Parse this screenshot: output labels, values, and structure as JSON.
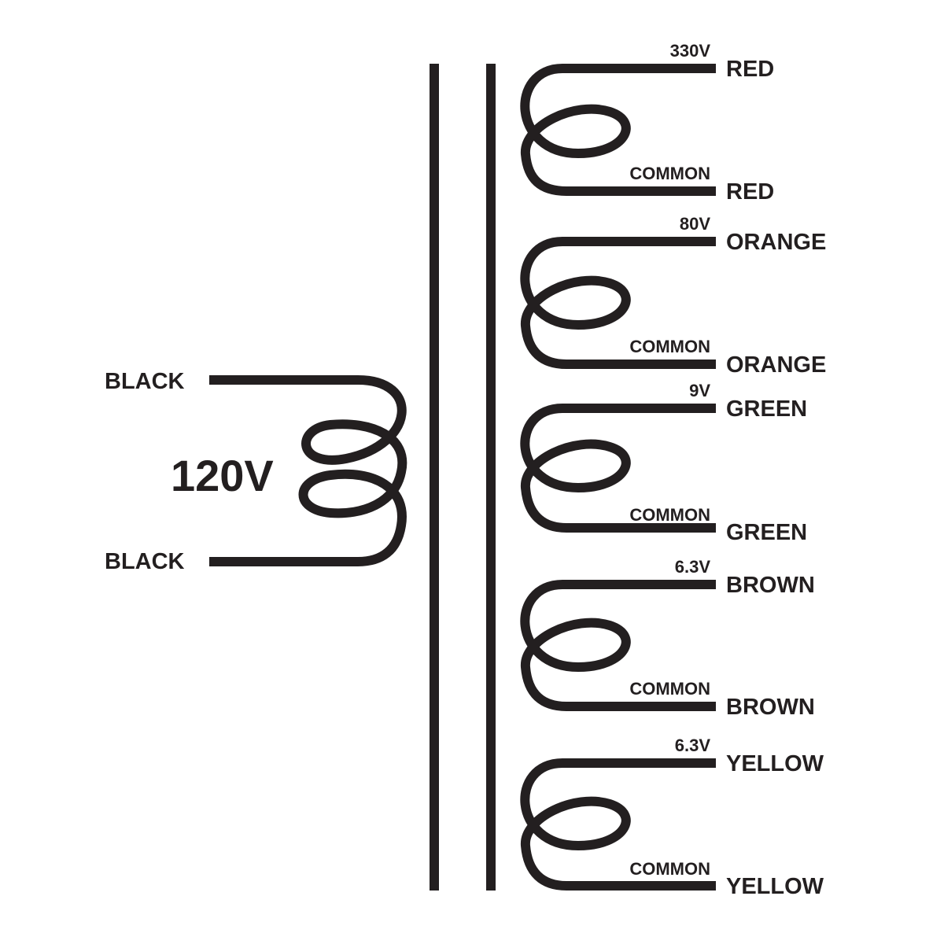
{
  "primary": {
    "voltage": "120V",
    "top_lead": "BLACK",
    "bottom_lead": "BLACK"
  },
  "secondaries": [
    {
      "voltage": "330V",
      "top_lead": "RED",
      "common_label": "COMMON",
      "bottom_lead": "RED"
    },
    {
      "voltage": "80V",
      "top_lead": "ORANGE",
      "common_label": "COMMON",
      "bottom_lead": "ORANGE"
    },
    {
      "voltage": "9V",
      "top_lead": "GREEN",
      "common_label": "COMMON",
      "bottom_lead": "GREEN"
    },
    {
      "voltage": "6.3V",
      "top_lead": "BROWN",
      "common_label": "COMMON",
      "bottom_lead": "BROWN"
    },
    {
      "voltage": "6.3V",
      "top_lead": "YELLOW",
      "common_label": "COMMON",
      "bottom_lead": "YELLOW"
    }
  ],
  "colors": {
    "ink": "#231f20",
    "background": "#ffffff"
  }
}
